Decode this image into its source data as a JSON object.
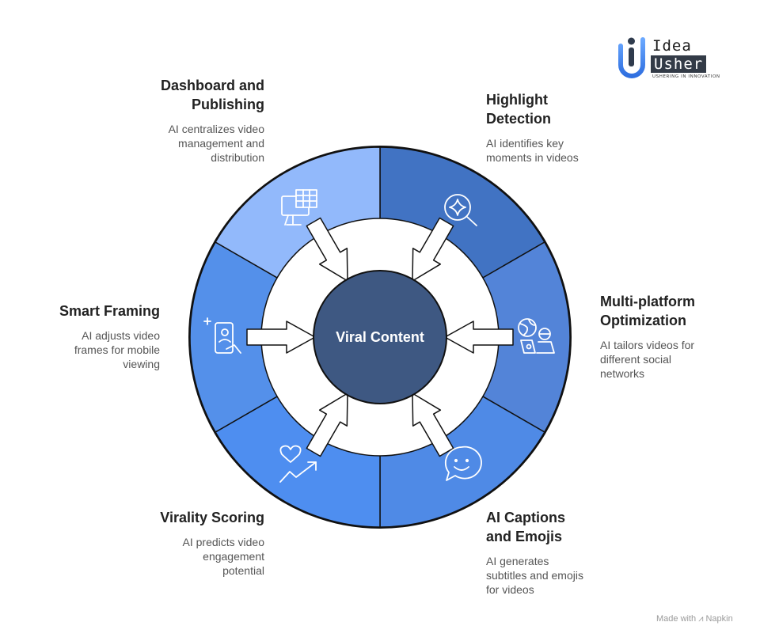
{
  "logo": {
    "word1": "Idea",
    "word2": "Usher",
    "tagline": "USHERING IN INNOVATION"
  },
  "center": {
    "label": "Viral Content"
  },
  "segments": [
    {
      "id": "highlight",
      "title_lines": [
        "Highlight",
        "Detection"
      ],
      "desc_lines": [
        "AI identifies key",
        "moments in videos"
      ],
      "color": "#4173c3",
      "icon": "search-sparkle-icon"
    },
    {
      "id": "multiplatform",
      "title_lines": [
        "Multi-platform",
        "Optimization"
      ],
      "desc_lines": [
        "AI tailors videos for",
        "different social",
        "networks"
      ],
      "color": "#5384d8",
      "icon": "globe-devices-icon"
    },
    {
      "id": "captions",
      "title_lines": [
        "AI Captions",
        "and Emojis"
      ],
      "desc_lines": [
        "AI generates",
        "subtitles and emojis",
        "for videos"
      ],
      "color": "#4f8ae6",
      "icon": "emoji-chat-icon"
    },
    {
      "id": "virality",
      "title_lines": [
        "Virality Scoring"
      ],
      "desc_lines": [
        "AI predicts video",
        "engagement",
        "potential"
      ],
      "color": "#4e8ef0",
      "icon": "heart-trend-icon"
    },
    {
      "id": "framing",
      "title_lines": [
        "Smart Framing"
      ],
      "desc_lines": [
        "AI adjusts video",
        "frames for mobile",
        "viewing"
      ],
      "color": "#5490ea",
      "icon": "phone-touch-icon"
    },
    {
      "id": "dashboard",
      "title_lines": [
        "Dashboard and",
        "Publishing"
      ],
      "desc_lines": [
        "AI centralizes video",
        "management and",
        "distribution"
      ],
      "color": "#92b9fb",
      "icon": "monitor-table-icon"
    }
  ],
  "colors": {
    "center": "#3e5882",
    "outline": "#111111",
    "icon_stroke": "#ffffff"
  },
  "credit": "Made with ⩘ Napkin"
}
